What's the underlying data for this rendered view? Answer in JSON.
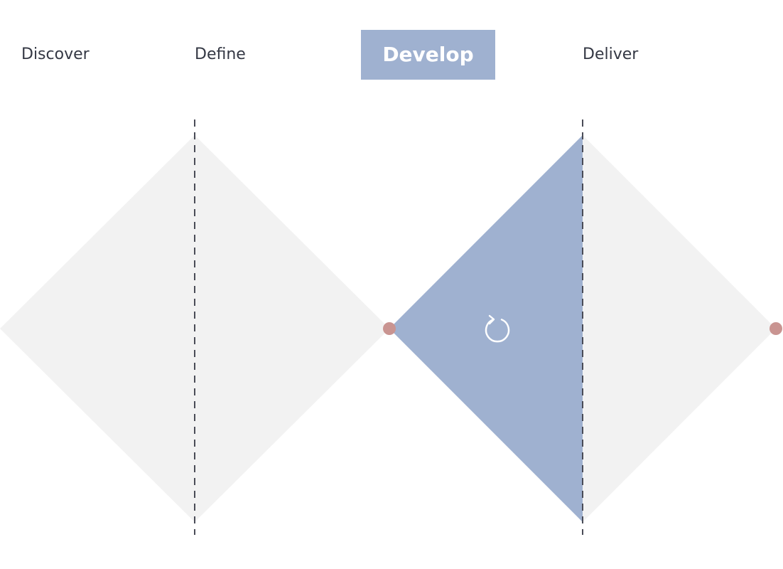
{
  "phases": [
    {
      "label": "Discover",
      "active": false
    },
    {
      "label": "Define",
      "active": false
    },
    {
      "label": "Develop",
      "active": true
    },
    {
      "label": "Deliver",
      "active": false
    }
  ],
  "colors": {
    "diamond_fill": "#f2f2f2",
    "active_fill": "#9fb1d0",
    "divider": "#4a4c57",
    "node": "#c99491",
    "label_text": "#343844",
    "active_label_text": "#ffffff"
  },
  "icons": {
    "active_phase_icon": "refresh-icon"
  }
}
